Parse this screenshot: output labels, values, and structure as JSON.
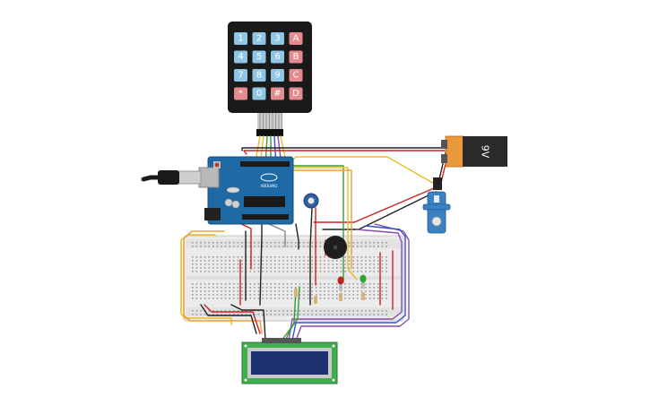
{
  "keypad": {
    "keys": [
      "1",
      "2",
      "3",
      "A",
      "4",
      "5",
      "6",
      "B",
      "7",
      "8",
      "9",
      "C",
      "*",
      "0",
      "#",
      "D"
    ],
    "digit_color": "#8fc6e6",
    "letter_color": "#e58a8f"
  },
  "battery": {
    "label": "9V"
  },
  "arduino": {
    "brand_text": "ARDUINO",
    "board_color": "#1f6aa5"
  },
  "lcd": {
    "board_color": "#3fae4d",
    "screen_color": "#1d2f6f"
  },
  "colors": {
    "wire_red": "#d02020",
    "wire_black": "#222222",
    "wire_yellow": "#e6c020",
    "wire_orange": "#f0a040",
    "wire_green": "#3a9a3a",
    "wire_purple": "#8a4ab0",
    "wire_blue": "#3050d0",
    "wire_grey": "#888888"
  }
}
